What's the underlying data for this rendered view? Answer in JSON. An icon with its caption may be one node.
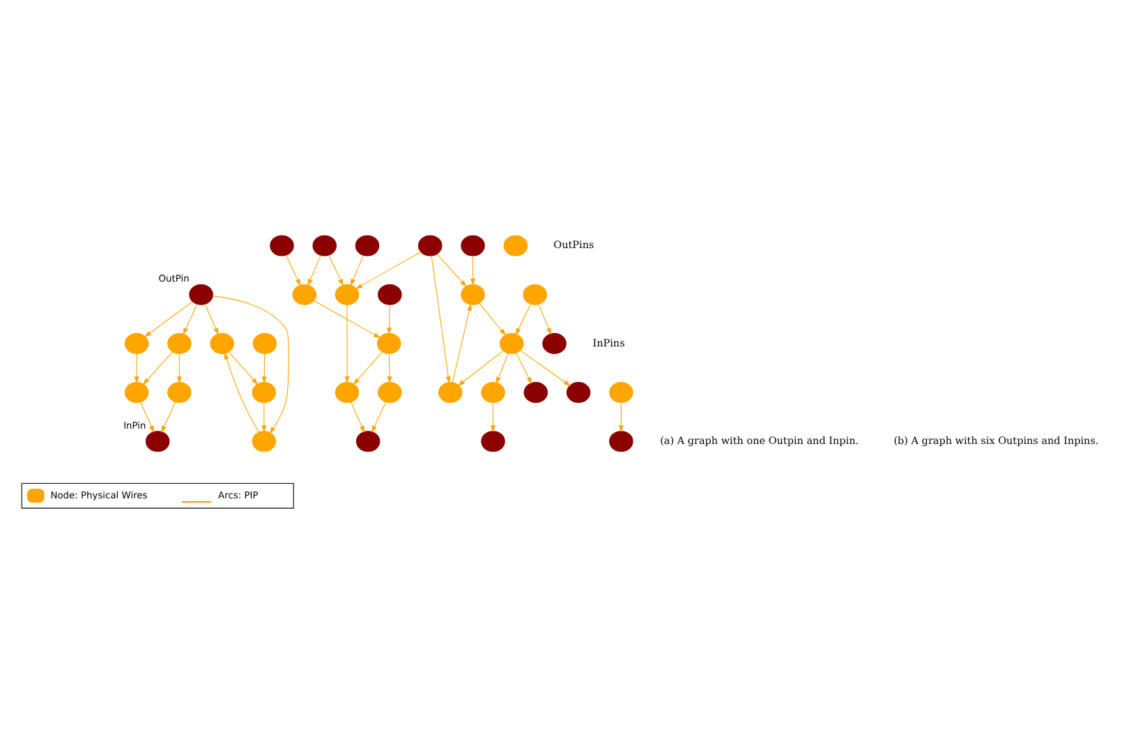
{
  "diagram": {
    "nodes": [
      {
        "text": [],
        "shape": "circle",
        "beside": [
          "OutPin"
        ]
      },
      {
        "text": [],
        "shape": "circle"
      },
      {
        "text": [],
        "shape": "circle"
      },
      {
        "text": [],
        "shape": "circle"
      },
      {
        "text": [],
        "shape": "circle"
      },
      {
        "text": [],
        "shape": "circle"
      },
      {
        "text": [],
        "shape": "circle"
      },
      {
        "text": [],
        "shape": "circle"
      },
      {
        "text": [],
        "shape": "circle"
      },
      {
        "text": [],
        "shape": "circle",
        "beside": [
          "InPin"
        ]
      },
      {
        "text": [],
        "shape": "circle"
      },
      {
        "text": [],
        "shape": "circle"
      },
      {
        "text": [],
        "shape": "circle"
      },
      {
        "text": [],
        "shape": "circle"
      },
      {
        "text": [],
        "shape": "circle"
      },
      {
        "text": [],
        "shape": "circle"
      },
      {
        "text": [],
        "shape": "circle"
      },
      {
        "text": [],
        "shape": "circle"
      },
      {
        "text": [],
        "shape": "circle"
      },
      {
        "text": [],
        "shape": "circle"
      },
      {
        "text": [],
        "shape": "circle"
      },
      {
        "text": [],
        "shape": "circle"
      },
      {
        "text": [],
        "shape": "circle"
      },
      {
        "text": [],
        "shape": "circle"
      },
      {
        "text": [],
        "shape": "circle"
      },
      {
        "text": [],
        "shape": "circle"
      },
      {
        "text": [],
        "shape": "circle"
      },
      {
        "text": [],
        "shape": "circle"
      },
      {
        "text": [],
        "shape": "circle"
      },
      {
        "text": [],
        "shape": "circle"
      },
      {
        "text": [],
        "shape": "circle"
      },
      {
        "text": [],
        "shape": "circle"
      },
      {
        "text": [],
        "shape": "circle"
      },
      {
        "text": [],
        "shape": "circle"
      }
    ],
    "edges": [
      {
        "from": 0,
        "to": 3,
        "arrow": "to"
      },
      {
        "from": 0,
        "to": 1,
        "arrow": "to"
      },
      {
        "from": 0,
        "to": 2,
        "arrow": "to"
      },
      {
        "from": 0,
        "to": 4,
        "arrow": "to"
      },
      {
        "from": 4,
        "to": 2,
        "arrow": "to"
      },
      {
        "from": 1,
        "to": 5,
        "arrow": "to"
      },
      {
        "from": 3,
        "to": 5,
        "arrow": "to"
      },
      {
        "from": 3,
        "to": 8,
        "arrow": "to"
      },
      {
        "from": 2,
        "to": 7,
        "arrow": "to"
      },
      {
        "from": 7,
        "to": 4,
        "arrow": "to"
      },
      {
        "from": 6,
        "to": 7,
        "arrow": "to"
      },
      {
        "from": 8,
        "to": 9,
        "arrow": "to"
      },
      {
        "from": 5,
        "to": 9,
        "arrow": "to"
      },
      {
        "from": 10,
        "to": 16,
        "arrow": "to"
      },
      {
        "from": 11,
        "to": 20,
        "arrow": "to"
      },
      {
        "from": 13,
        "to": 16,
        "arrow": "to"
      },
      {
        "from": 13,
        "to": 18,
        "arrow": "to"
      },
      {
        "from": 14,
        "to": 18,
        "arrow": "to"
      },
      {
        "from": 15,
        "to": 18,
        "arrow": "to"
      },
      {
        "from": 15,
        "to": 17,
        "arrow": "to"
      },
      {
        "from": 12,
        "to": 17,
        "arrow": "to"
      },
      {
        "from": 15,
        "to": 19,
        "arrow": "to"
      },
      {
        "from": 19,
        "to": 17,
        "arrow": "to"
      },
      {
        "from": 16,
        "to": 20,
        "arrow": "to"
      },
      {
        "from": 20,
        "to": 21,
        "arrow": "to"
      },
      {
        "from": 18,
        "to": 21,
        "arrow": "to"
      },
      {
        "from": 17,
        "to": 23,
        "arrow": "to"
      },
      {
        "from": 23,
        "to": 19,
        "arrow": "to"
      },
      {
        "from": 22,
        "to": 23,
        "arrow": "to"
      },
      {
        "from": 20,
        "to": 24,
        "arrow": "to"
      },
      {
        "from": 24,
        "to": 27,
        "arrow": "to"
      },
      {
        "from": 21,
        "to": 27,
        "arrow": "to"
      },
      {
        "from": 25,
        "to": 30,
        "arrow": "to"
      },
      {
        "from": 23,
        "to": 28,
        "arrow": "to"
      },
      {
        "from": 23,
        "to": 31,
        "arrow": "to"
      },
      {
        "from": 23,
        "to": 26,
        "arrow": "to"
      },
      {
        "from": 26,
        "to": 29,
        "arrow": "to"
      },
      {
        "from": 22,
        "to": 32,
        "arrow": "to"
      }
    ],
    "labels": [
      "OutPins",
      "InPins",
      "(a) A graph with one Outpin and Inpin.",
      "(b) A graph with six Outpins and Inpins."
    ],
    "legend": [
      {
        "text": "Node: Physical Wires",
        "color": "#ffa500"
      },
      {
        "text": "Arcs: PIP"
      }
    ]
  }
}
